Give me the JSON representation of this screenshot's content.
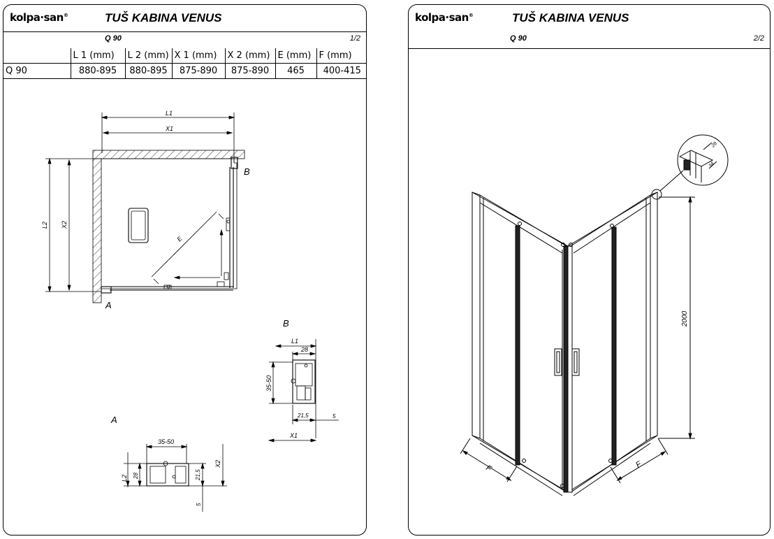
{
  "brand": {
    "logo": "kolpa·san",
    "mark": "®"
  },
  "sheet1": {
    "title": "TUŠ KABINA VENUS",
    "model": "Q 90",
    "page": "1/2",
    "table": {
      "headers": [
        "",
        "L 1 (mm)",
        "L 2 (mm)",
        "X 1 (mm)",
        "X 2 (mm)",
        "E  (mm)",
        "F  (mm)"
      ],
      "rows": [
        [
          "Q 90",
          "880-895",
          "880-895",
          "875-890",
          "875-890",
          "465",
          "400-415"
        ]
      ]
    },
    "plan": {
      "l1": "L1",
      "x1": "X1",
      "l2": "L2",
      "x2": "X2",
      "e": "E",
      "a": "A",
      "b": "B"
    },
    "detail_b": {
      "title": "B",
      "l1": "L1",
      "d28": "28",
      "d35": "35-50",
      "d21": "21,5",
      "d5": "5",
      "x1": "X1"
    },
    "detail_a": {
      "title": "A",
      "d35": "35-50",
      "l2": "L2",
      "d28": "28",
      "d21": "21,5",
      "x2": "X2",
      "d5": "5"
    }
  },
  "sheet2": {
    "title": "TUŠ KABINA VENUS",
    "model": "Q 90",
    "page": "2/2",
    "dims": {
      "height": "2000",
      "f_left": "F",
      "f_right": "F",
      "d28": "28",
      "d34": "34"
    }
  }
}
